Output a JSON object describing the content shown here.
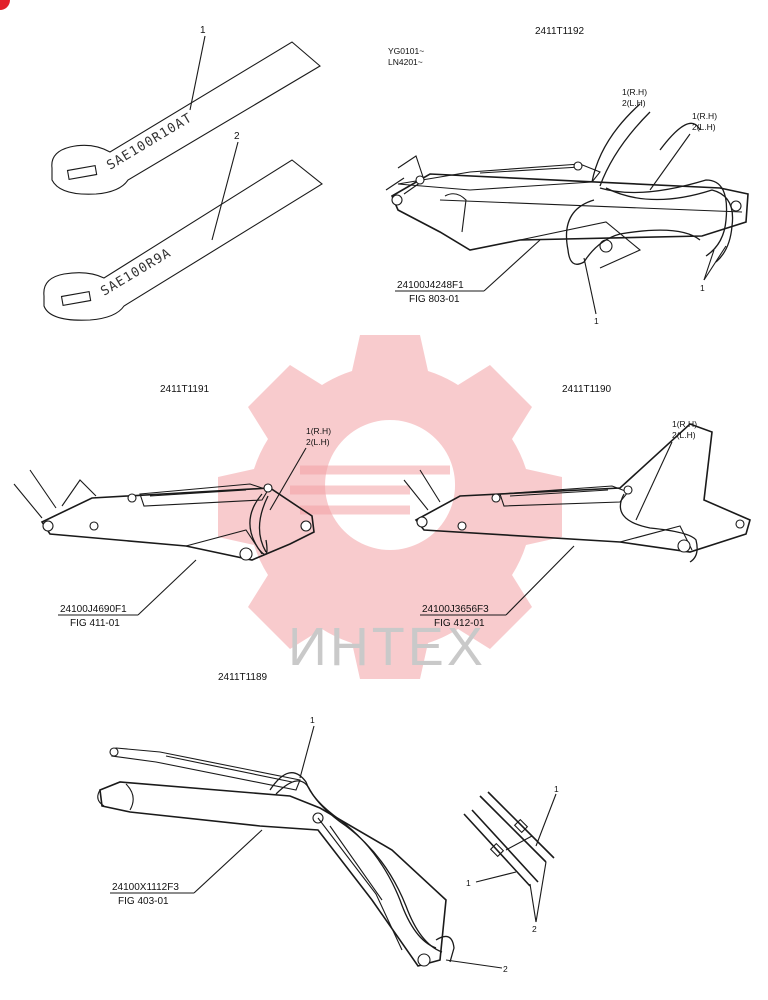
{
  "watermark": {
    "text": "ИНТЕХ"
  },
  "tags": {
    "tag1": "SAE100R10AT",
    "tag2": "SAE100R9A"
  },
  "tag_callouts": {
    "c1": "1",
    "c2": "2"
  },
  "view_1192": {
    "code": "2411T1192",
    "serial_1": "YG0101~",
    "serial_2": "LN4201~",
    "call_a1": "1(R.H)",
    "call_a2": "2(L.H)",
    "call_b1": "1(R.H)",
    "call_b2": "2(L.H)",
    "part_no": "24100J4248F1",
    "fig": "FIG 803-01",
    "item_bottom": "1",
    "item_right": "1"
  },
  "view_1191": {
    "code": "2411T1191",
    "call_1": "1(R.H)",
    "call_2": "2(L.H)",
    "part_no": "24100J4690F1",
    "fig": "FIG 411-01"
  },
  "view_1190": {
    "code": "2411T1190",
    "call_1": "1(R.H)",
    "call_2": "2(L.H)",
    "part_no": "24100J3656F3",
    "fig": "FIG 412-01"
  },
  "view_1189": {
    "code": "2411T1189",
    "item_top": "1",
    "part_no": "24100X1112F3",
    "fig": "FIG 403-01",
    "item_bottom": "2",
    "detail_item_1a": "1",
    "detail_item_1b": "1",
    "detail_item_2": "2"
  }
}
